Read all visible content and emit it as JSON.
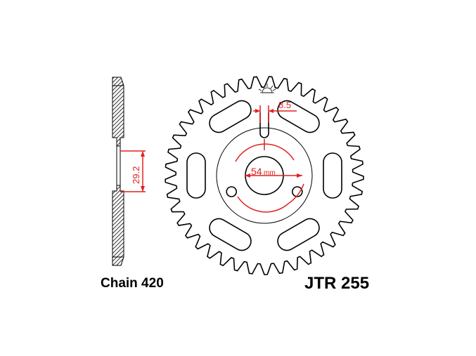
{
  "chain_label": "Chain 420",
  "part_number": "JTR 255",
  "dimensions": {
    "pcd": "54",
    "pcd_unit": "mm",
    "bolt_hole": "8.5",
    "offset": "29.2"
  },
  "sprocket": {
    "teeth": 41,
    "bolt_holes": 3,
    "lightening_slots": 6
  },
  "colors": {
    "outline": "#000000",
    "dimension": "#e0201f",
    "hatch": "#000000"
  },
  "icons": [
    "sun-symbol-icon"
  ]
}
